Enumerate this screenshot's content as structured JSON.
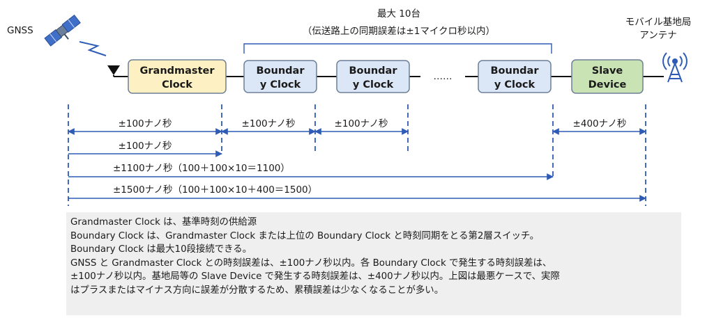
{
  "gnss_label": "GNSS",
  "group_title": "最大 10台",
  "group_subtitle": "（伝送路上の同期誤差は±1マイクロ秒以内）",
  "antenna_label_line1": "モバイル基地局",
  "antenna_label_line2": "アンテナ",
  "nodes": {
    "grandmaster": {
      "line1": "Grandmaster",
      "line2": "Clock"
    },
    "boundary_1": {
      "line1": "Boundar",
      "line2": "y Clock"
    },
    "boundary_2": {
      "line1": "Boundar",
      "line2": "y Clock"
    },
    "boundary_3": {
      "line1": "Boundar",
      "line2": "y Clock"
    },
    "slave": {
      "line1": "Slave",
      "line2": "Device"
    }
  },
  "ellipsis": "……",
  "spans": {
    "gnss_to_gm": "±100ナノ秒",
    "gm_to_bc1": "±100ナノ秒",
    "bc1_to_bc2": "±100ナノ秒",
    "bc_to_slave": "±400ナノ秒",
    "gnss_to_gm_2": "±100ナノ秒",
    "to_last_bc": "±1100ナノ秒（100＋100×10＝1100）",
    "to_slave": "±1500ナノ秒（100＋100×10＋400＝1500）"
  },
  "notes": [
    "Grandmaster Clock は、基準時刻の供給源",
    "Boundary Clock は、Grandmaster Clock または上位の Boundary Clock と時刻同期をとる第2層スイッチ。",
    "Boundary Clock は最大10段接続できる。",
    "GNSS と Grandmaster Clock との時刻誤差は、±100ナノ秒以内。各 Boundary Clock で発生する時刻誤差は、",
    "±100ナノ秒以内。基地局等の Slave Device で発生する時刻誤差は、±400ナノ秒以内。上図は最悪ケースで、実際",
    "はプラスまたはマイナス方向に誤差が分散するため、累積誤差は少なくなることが多い。"
  ],
  "colors": {
    "grandmaster_fill": "#fdf0c2",
    "boundary_fill": "#dbe7f6",
    "slave_fill": "#c9e3b4",
    "accent_blue": "#2d5bb6",
    "note_bg": "#efefef"
  }
}
